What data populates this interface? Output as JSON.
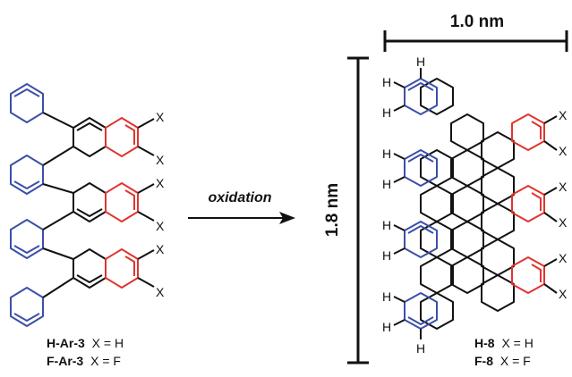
{
  "reaction": {
    "arrow_label": "oxidation"
  },
  "precursor": {
    "label_1_name": "H-Ar-3",
    "label_1_cond": "X = H",
    "label_2_name": "F-Ar-3",
    "label_2_cond": "X = F",
    "substituent": "X"
  },
  "product": {
    "label_1_name": "H-8",
    "label_1_cond": "X = H",
    "label_2_name": "F-8",
    "label_2_cond": "X = F",
    "substituent": "X",
    "hydrogen": "H"
  },
  "dimensions": {
    "width_label": "1.0 nm",
    "height_label": "1.8 nm"
  },
  "colors": {
    "blue_rings": "#3b4fa8",
    "red_rings": "#e0342f",
    "black_bonds": "#111111"
  }
}
